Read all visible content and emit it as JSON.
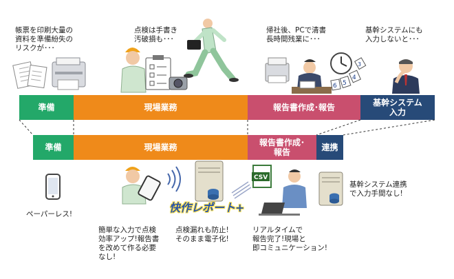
{
  "before": {
    "notes": {
      "prep": [
        "帳票を印刷大量の",
        "資料を準備紛失の",
        "リスクが･･･"
      ],
      "field": [
        "点検は手書き",
        "汚破損も･･･"
      ],
      "report": [
        "帰社後、PCで清書",
        "長時間残業に･･･"
      ],
      "core": [
        "基幹システムにも",
        "入力しないと･･･"
      ]
    },
    "bar": {
      "prep": "準備",
      "field": "現場業務",
      "report": "報告書作成･報告",
      "core": [
        "基幹システム",
        "入力"
      ]
    }
  },
  "after": {
    "bar": {
      "prep": "準備",
      "field": "現場業務",
      "report": [
        "報告書作成･",
        "報告"
      ],
      "link": "連携"
    },
    "notes": {
      "paperless": "ペーパーレス!",
      "easy": [
        "簡単な入力で点検",
        "効率アップ!報告書",
        "を改めて作る必要",
        "なし!"
      ],
      "digital": [
        "点検漏れも防止!",
        "そのまま電子化!"
      ],
      "realtime": [
        "リアルタイムで",
        "報告完了!現場と",
        "即コミュニケーション!"
      ],
      "core": [
        "基幹システム連携",
        "で入力手間なし!"
      ]
    },
    "brand": "快作レポート+",
    "csv_label": "CSV"
  },
  "colors": {
    "green": "#23a869",
    "orange": "#ef8a1a",
    "pink": "#c94f6e",
    "navy": "#274a78"
  }
}
